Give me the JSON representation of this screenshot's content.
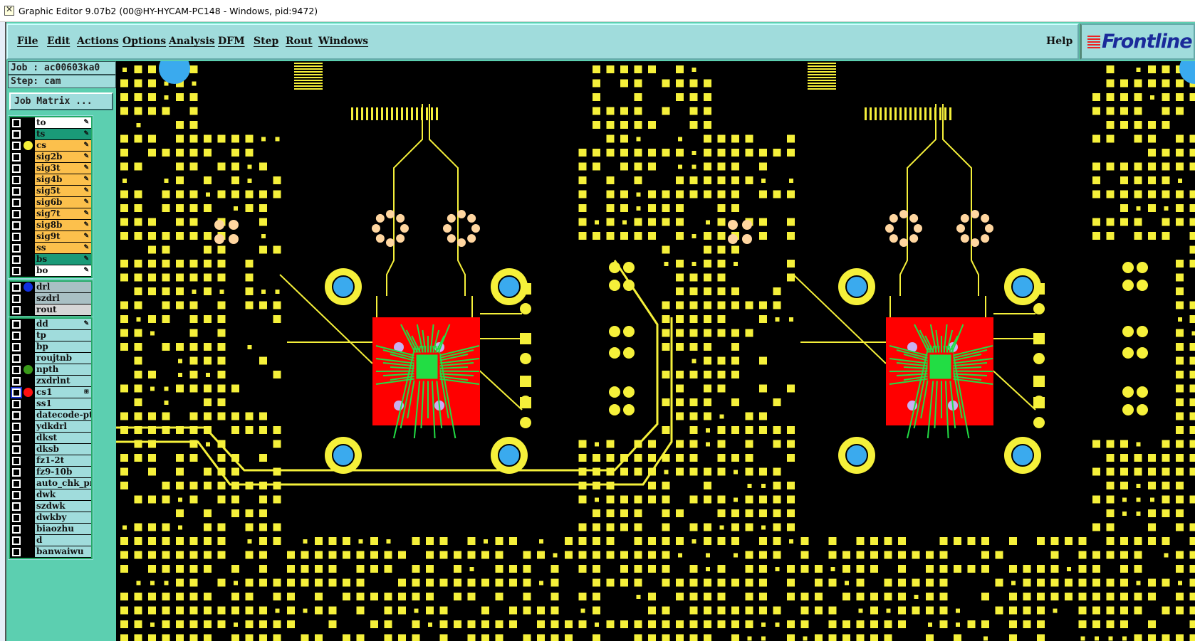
{
  "window": {
    "title": "Graphic Editor 9.07b2 (00@HY-HYCAM-PC148 - Windows, pid:9472)"
  },
  "menu": {
    "items": [
      "File",
      "Edit",
      "Actions",
      "Options",
      "Analysis",
      "DFM",
      "Step",
      "Rout",
      "Windows"
    ],
    "help": "Help"
  },
  "logo": {
    "text": "Frontline"
  },
  "job": {
    "job_label": "Job : ac00603ka0",
    "step_label": "Step: cam",
    "matrix_button": "Job Matrix ..."
  },
  "colors": {
    "pad": "#f5f03a",
    "board": "#000000",
    "chip_area": "#ff0000",
    "chip_trace": "#22dd44",
    "hole": "#3aaaee",
    "via": "#c8b0f0"
  },
  "layers": [
    {
      "group": [
        {
          "name": "to",
          "bg": "#ffffff",
          "mark": "edit"
        },
        {
          "name": "ts",
          "bg": "#1a9a78",
          "mark": "edit"
        },
        {
          "name": "cs",
          "bg": "#fcc04c",
          "mark": "edit",
          "dot": "#f5f03a"
        },
        {
          "name": "sig2b",
          "bg": "#fcc04c",
          "mark": "edit"
        },
        {
          "name": "sig3t",
          "bg": "#fcc04c",
          "mark": "edit"
        },
        {
          "name": "sig4b",
          "bg": "#fcc04c",
          "mark": "edit"
        },
        {
          "name": "sig5t",
          "bg": "#fcc04c",
          "mark": "edit"
        },
        {
          "name": "sig6b",
          "bg": "#fcc04c",
          "mark": "edit"
        },
        {
          "name": "sig7t",
          "bg": "#fcc04c",
          "mark": "edit"
        },
        {
          "name": "sig8b",
          "bg": "#fcc04c",
          "mark": "edit"
        },
        {
          "name": "sig9t",
          "bg": "#fcc04c",
          "mark": "edit"
        },
        {
          "name": "ss",
          "bg": "#fcc04c",
          "mark": "edit"
        },
        {
          "name": "bs",
          "bg": "#1a9a78",
          "mark": "edit"
        },
        {
          "name": "bo",
          "bg": "#ffffff",
          "mark": "edit"
        }
      ]
    },
    {
      "group": [
        {
          "name": "drl",
          "bg": "#a9c0c4",
          "dot": "#1030e0"
        },
        {
          "name": "szdrl",
          "bg": "#a9c0c4"
        },
        {
          "name": "rout",
          "bg": "#d6d6d6"
        }
      ]
    },
    {
      "group": [
        {
          "name": "dd",
          "bg": "#a0dcdc",
          "mark": "edit"
        },
        {
          "name": "tp",
          "bg": "#a0dcdc"
        },
        {
          "name": "bp",
          "bg": "#a0dcdc"
        },
        {
          "name": "roujtnb",
          "bg": "#a0dcdc"
        },
        {
          "name": "npth",
          "bg": "#a0dcdc",
          "dot": "#3a9a1a"
        },
        {
          "name": "zxdrlnt",
          "bg": "#a0dcdc"
        },
        {
          "name": "cs1",
          "bg": "#a0dcdc",
          "dot": "#ff1010",
          "mark": "grid",
          "selected": true
        },
        {
          "name": "ss1",
          "bg": "#a0dcdc"
        },
        {
          "name": "datecode-ptc",
          "bg": "#a0dcdc"
        },
        {
          "name": "ydkdrl",
          "bg": "#a0dcdc"
        },
        {
          "name": "dkst",
          "bg": "#a0dcdc"
        },
        {
          "name": "dksb",
          "bg": "#a0dcdc"
        },
        {
          "name": "fz1-2t",
          "bg": "#a0dcdc"
        },
        {
          "name": "fz9-10b",
          "bg": "#a0dcdc"
        },
        {
          "name": "auto_chk_pnl",
          "bg": "#a0dcdc"
        },
        {
          "name": "dwk",
          "bg": "#a0dcdc"
        },
        {
          "name": "szdwk",
          "bg": "#a0dcdc"
        },
        {
          "name": "dwkby",
          "bg": "#a0dcdc"
        },
        {
          "name": "biaozhu",
          "bg": "#a0dcdc"
        },
        {
          "name": "d",
          "bg": "#a0dcdc"
        },
        {
          "name": "banwaiwu",
          "bg": "#a0dcdc"
        }
      ]
    }
  ]
}
